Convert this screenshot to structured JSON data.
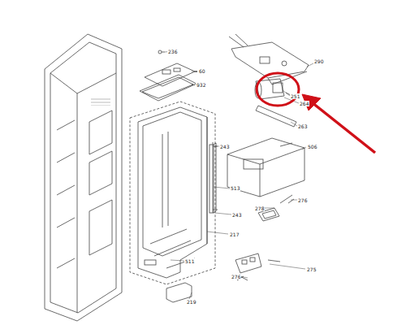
{
  "diagram": {
    "labels": [
      "236",
      "60",
      "932",
      "290",
      "251",
      "264",
      "263",
      "243",
      "506",
      "513",
      "243",
      "278",
      "276",
      "217",
      "511",
      "275",
      "276",
      "219"
    ]
  }
}
